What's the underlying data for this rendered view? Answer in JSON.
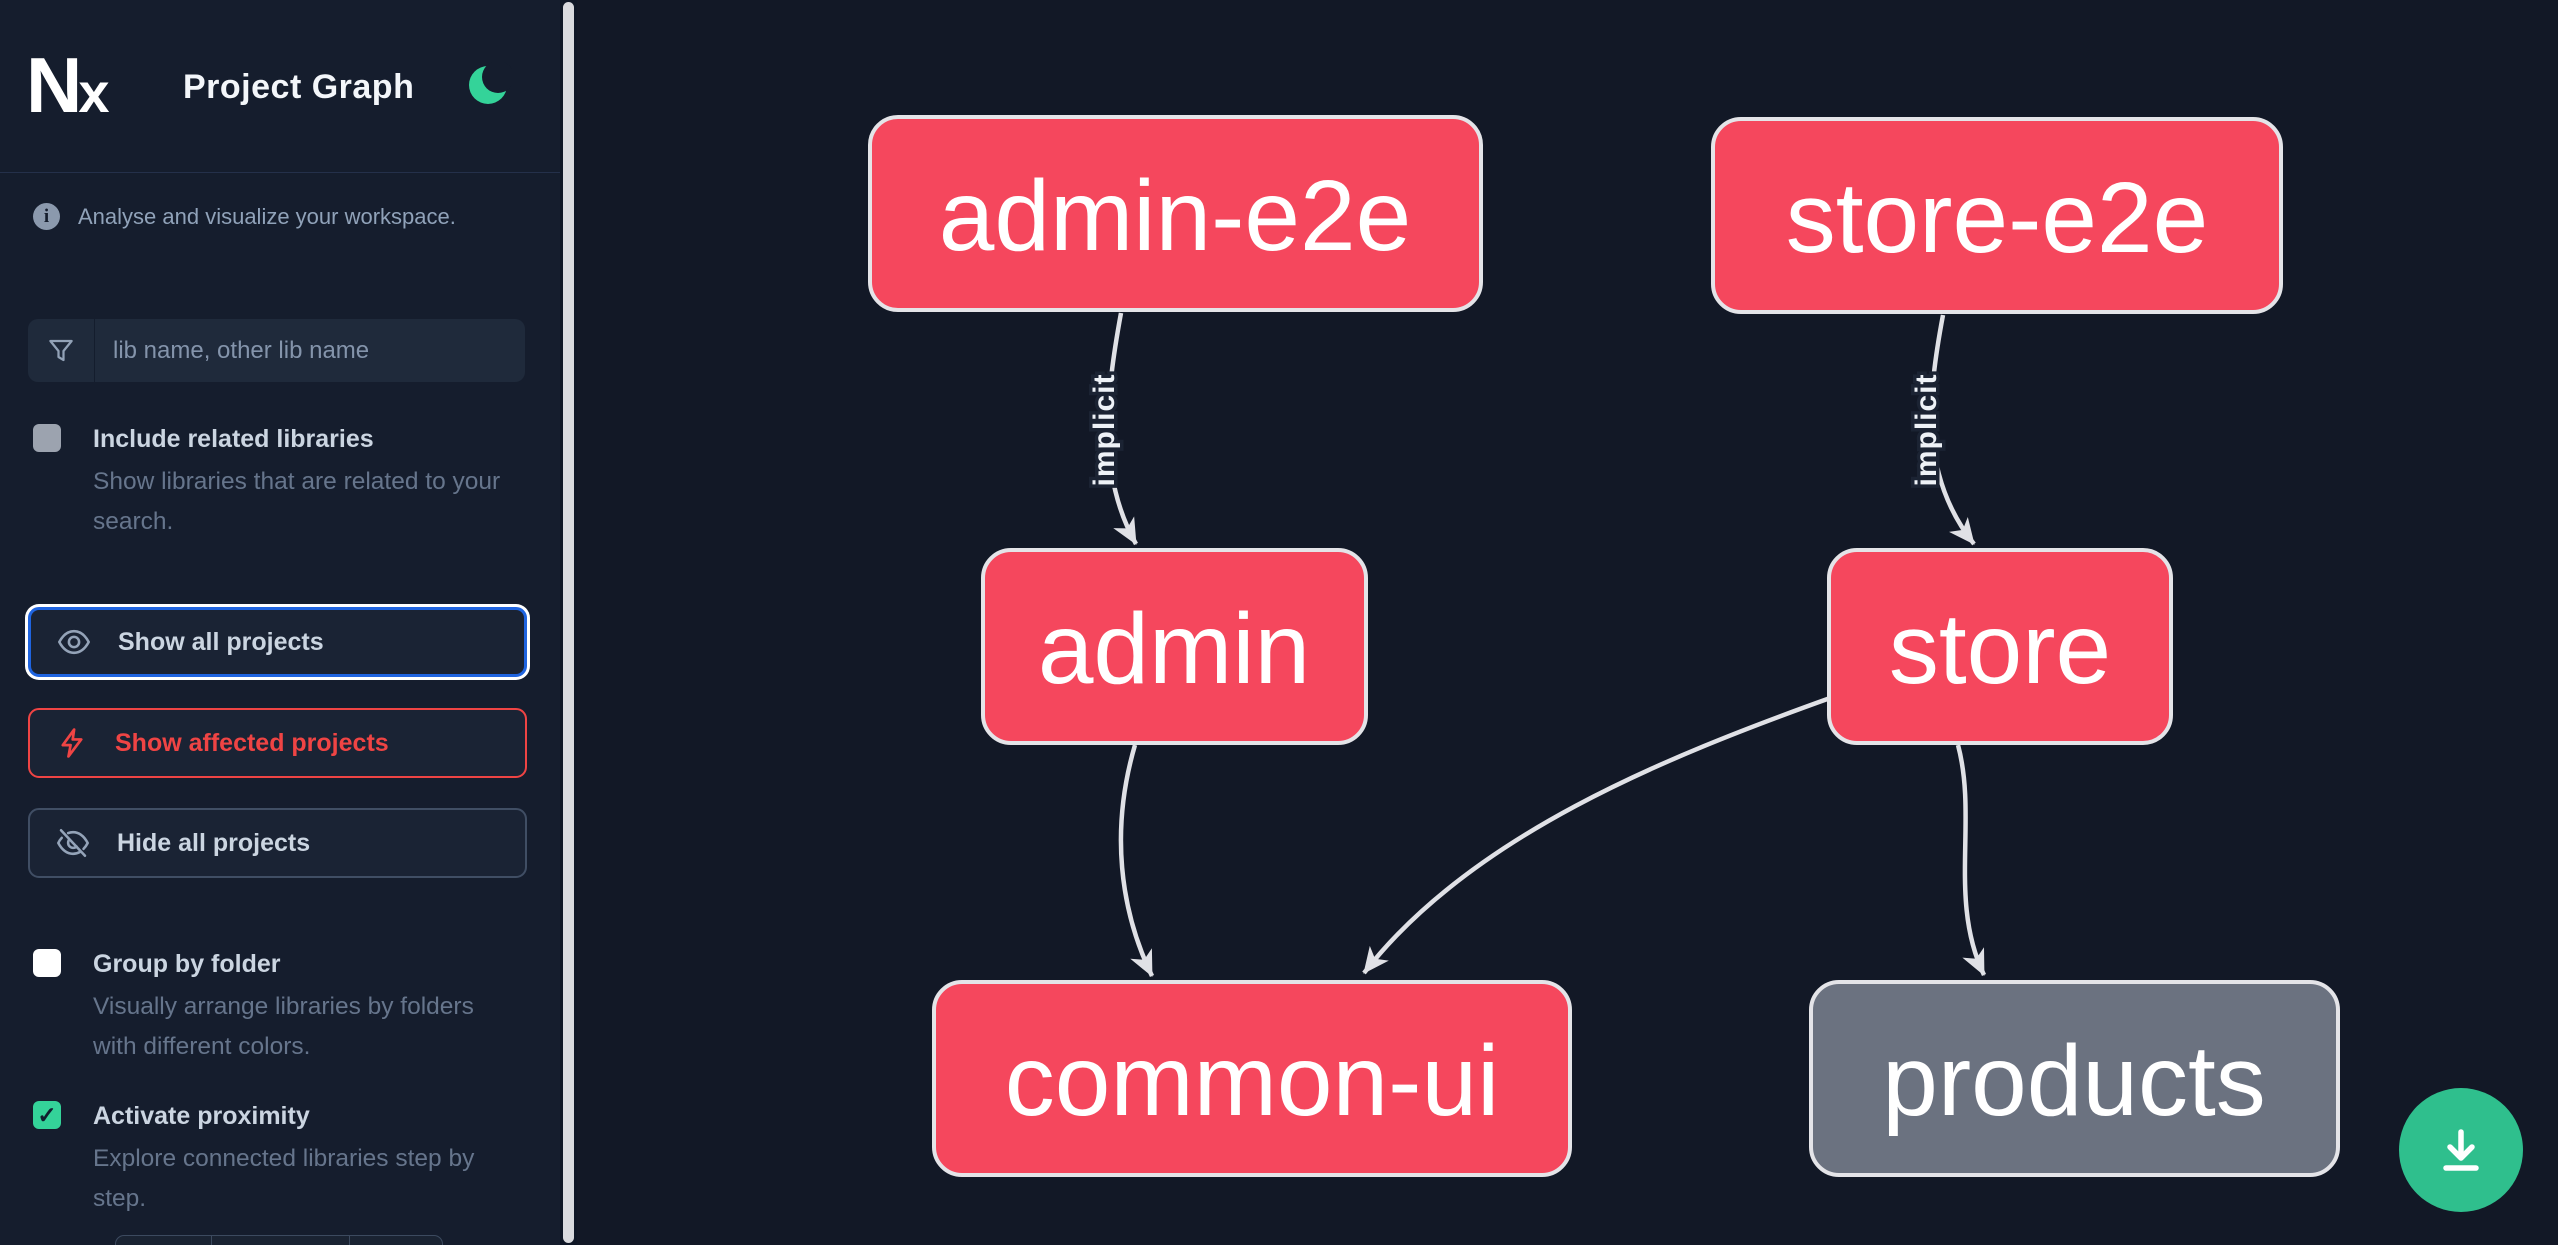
{
  "header": {
    "logo_n": "N",
    "logo_x": "x",
    "title": "Project Graph"
  },
  "sidebar": {
    "tagline": "Analyse and visualize your workspace.",
    "search_placeholder": "lib name, other lib name",
    "include_related": {
      "label": "Include related libraries",
      "description": "Show libraries that are related to your search.",
      "checked": false
    },
    "group_by_folder": {
      "label": "Group by folder",
      "description": "Visually arrange libraries by folders with different colors.",
      "checked": false
    },
    "activate_proximity": {
      "label": "Activate proximity",
      "description": "Explore connected libraries step by step.",
      "checked": true,
      "check_glyph": "✓"
    },
    "actions": {
      "show_all": "Show all projects",
      "show_affected": "Show affected projects",
      "hide_all": "Hide all projects"
    }
  },
  "graph": {
    "nodes": [
      {
        "id": "admin-e2e",
        "label": "admin-e2e",
        "color": "#f5475d"
      },
      {
        "id": "store-e2e",
        "label": "store-e2e",
        "color": "#f5475d"
      },
      {
        "id": "admin",
        "label": "admin",
        "color": "#f5475d"
      },
      {
        "id": "store",
        "label": "store",
        "color": "#f5475d"
      },
      {
        "id": "common-ui",
        "label": "common-ui",
        "color": "#f5475d"
      },
      {
        "id": "products",
        "label": "products",
        "color": "#6b7280"
      }
    ],
    "edges": [
      {
        "from": "admin-e2e",
        "to": "admin",
        "label": "implicit"
      },
      {
        "from": "store-e2e",
        "to": "store",
        "label": "implicit"
      },
      {
        "from": "admin",
        "to": "common-ui"
      },
      {
        "from": "store",
        "to": "common-ui"
      },
      {
        "from": "store",
        "to": "products"
      }
    ]
  },
  "fab": {
    "action": "download-graph-image"
  },
  "colors": {
    "accent_blue": "#1f64e0",
    "accent_red": "#ef4444",
    "accent_green": "#34d399",
    "node_pink": "#f5475d",
    "node_gray": "#6b7280",
    "fab_green": "#2fbf8d",
    "sidebar_bg": "#151d2d",
    "canvas_bg": "#121826"
  }
}
